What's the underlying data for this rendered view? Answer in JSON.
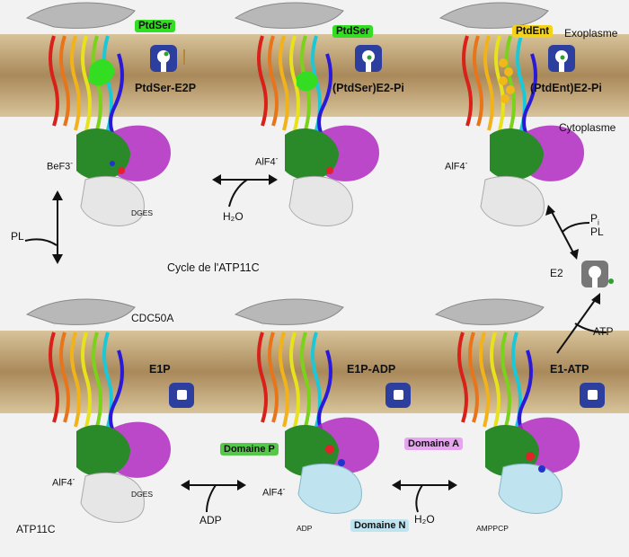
{
  "top_row": {
    "panel1": {
      "state": "PtdSer-E2P",
      "lipid": "PtdSer",
      "ligand": "BeF3",
      "ligand_sup": "-",
      "motif": "DGES"
    },
    "panel2": {
      "state": "(PtdSer)E2-Pi",
      "lipid": "PtdSer",
      "ligand": "AlF4",
      "ligand_sup": "-"
    },
    "panel3": {
      "state": "(PtdEnt)E2-Pi",
      "lipid": "PtdEnt",
      "ligand": "AlF4",
      "ligand_sup": "-"
    }
  },
  "bottom_row": {
    "panel1": {
      "state": "E1P",
      "ligand": "AlF4",
      "ligand_sup": "-",
      "motif": "DGES",
      "subunit": "CDC50A",
      "protein": "ATP11C"
    },
    "panel2": {
      "state": "E1P-ADP",
      "ligand": "AlF4",
      "ligand_sup": "-",
      "nucleotide": "ADP"
    },
    "panel3": {
      "state": "E1-ATP",
      "nucleotide": "AMPPCP"
    }
  },
  "membrane": {
    "exo": "Exoplasme",
    "cyto": "Cytoplasme"
  },
  "cycle_title": "Cycle de  l'ATP11C",
  "domains": {
    "P": "Domaine P",
    "A": "Domaine A",
    "N": "Domaine N"
  },
  "transitions": {
    "h2o": "H₂O",
    "pl": "PL",
    "pi": "P",
    "pi_sub": "i",
    "pl2": "PL",
    "e2": "E2",
    "atp": "ATP",
    "adp": "ADP",
    "h2o_bottom": "H₂O"
  },
  "colors": {
    "membrane": "#b79a6a",
    "ptdser": "#33dd22",
    "ptdent": "#f2d21a",
    "domainP": "#2a8a2a",
    "domainA": "#cc22cc",
    "domainN": "#bfe3ef",
    "icon": "#2d3f9e"
  }
}
